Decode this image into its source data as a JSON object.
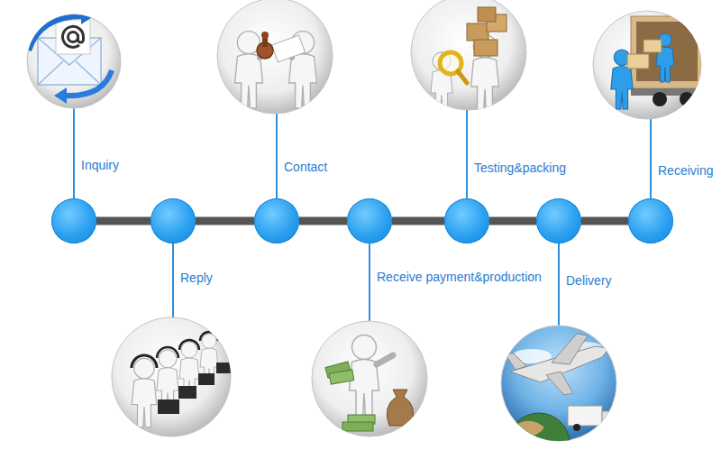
{
  "diagram": {
    "nodes": [
      {
        "text": [
          "Inquiry"
        ]
      },
      {
        "text": [
          "Reply"
        ]
      },
      {
        "text": [
          "Contact"
        ]
      },
      {
        "text": [
          "Receive payment&production"
        ]
      },
      {
        "text": [
          "Testing&packing"
        ]
      },
      {
        "text": [
          "Delivery"
        ]
      },
      {
        "text": [
          "Receiving"
        ]
      }
    ],
    "edges": [
      {
        "from": 0,
        "to": 1,
        "arrow": "none"
      },
      {
        "from": 1,
        "to": 2,
        "arrow": "none"
      },
      {
        "from": 2,
        "to": 3,
        "arrow": "none"
      },
      {
        "from": 3,
        "to": 4,
        "arrow": "none"
      },
      {
        "from": 4,
        "to": 5,
        "arrow": "none"
      },
      {
        "from": 5,
        "to": 6,
        "arrow": "none"
      }
    ]
  }
}
